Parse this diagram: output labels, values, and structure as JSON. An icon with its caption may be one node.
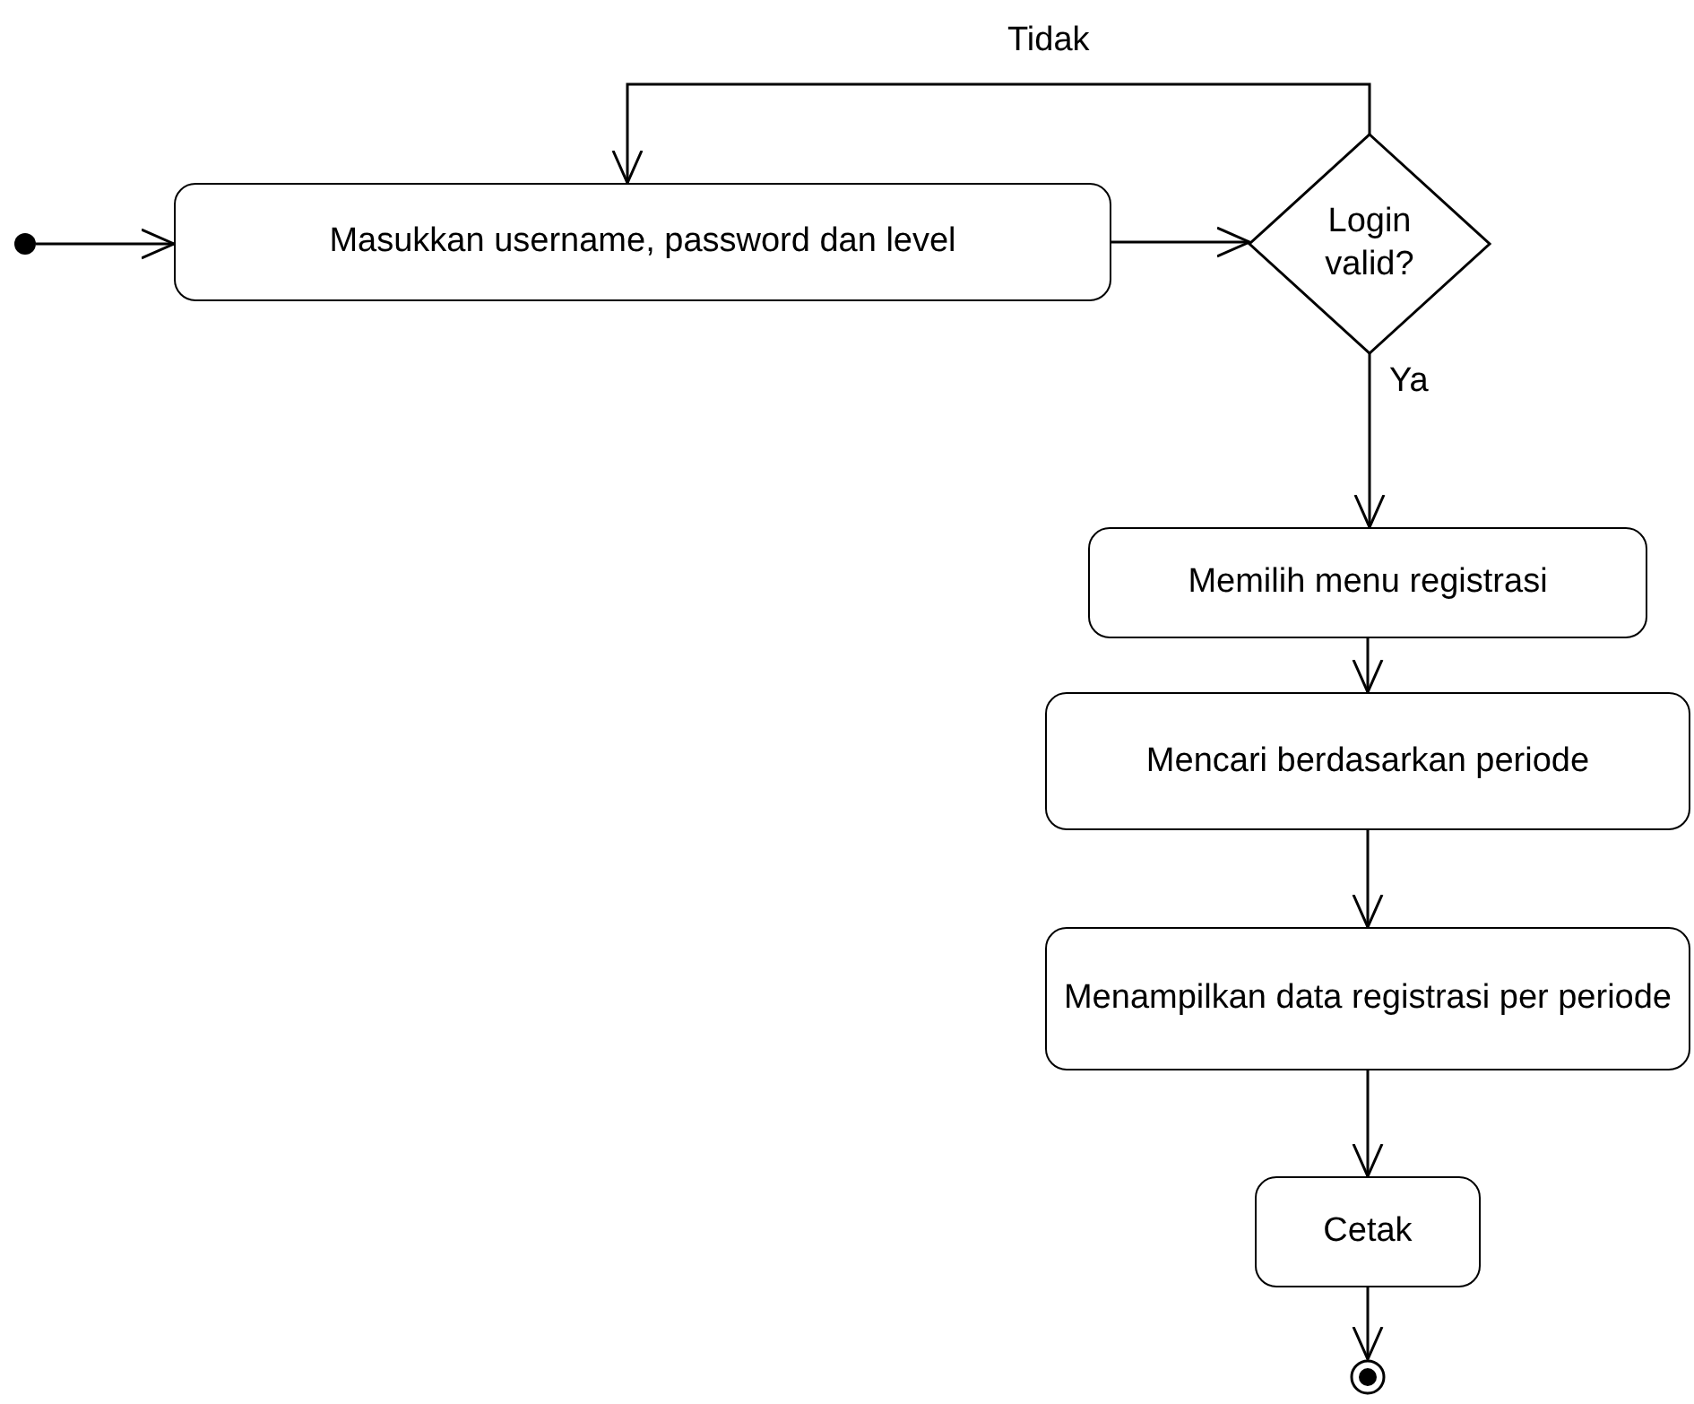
{
  "diagram": {
    "nodes": [
      {
        "text": [],
        "shape": "circle"
      },
      {
        "text": [
          "Masukkan username, password dan level"
        ]
      },
      {
        "text": [
          "Login valid?"
        ]
      },
      {
        "text": [
          "Memilih menu registrasi"
        ]
      },
      {
        "text": [
          "Mencari berdasarkan periode"
        ]
      },
      {
        "text": [
          "Menampilkan data registrasi per periode"
        ]
      },
      {
        "text": [
          "Cetak"
        ]
      },
      {
        "text": [],
        "shape": "bullseye"
      }
    ],
    "edges": [
      {
        "from": 0,
        "to": 1,
        "arrow": "to"
      },
      {
        "from": 1,
        "to": 2,
        "arrow": "to"
      },
      {
        "from": 2,
        "to": 1,
        "arrow": "to",
        "label": "Tidak"
      },
      {
        "from": 2,
        "to": 3,
        "arrow": "to",
        "label": "Ya"
      },
      {
        "from": 3,
        "to": 4,
        "arrow": "to"
      },
      {
        "from": 4,
        "to": 5,
        "arrow": "to"
      },
      {
        "from": 5,
        "to": 6,
        "arrow": "to"
      },
      {
        "from": 6,
        "to": 7,
        "arrow": "to"
      }
    ]
  }
}
